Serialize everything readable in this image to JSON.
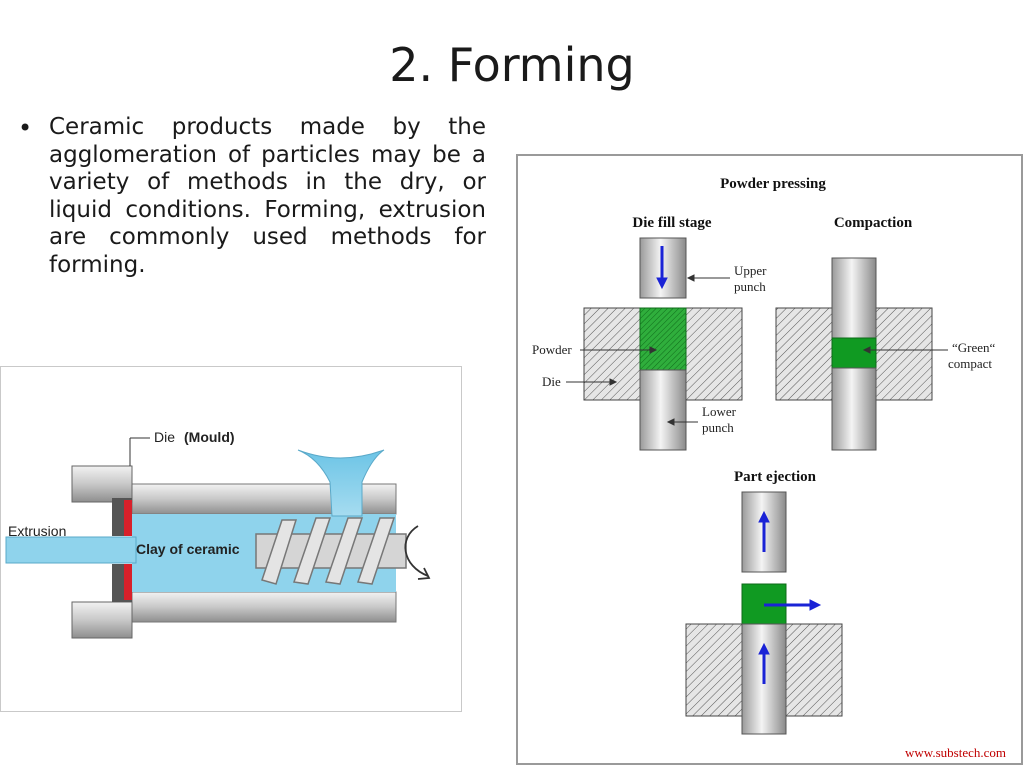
{
  "slide": {
    "title": "2. Forming",
    "bullet": "Ceramic products made by the agglomeration of particles may be a variety of methods in the dry, or liquid conditions. Forming, extrusion are commonly used methods for forming."
  },
  "extrusion_figure": {
    "label_die": "Die",
    "label_mould": "(Mould)",
    "label_extrusion": "Extrusion",
    "label_clay": "Clay of ceramic"
  },
  "pressing_figure": {
    "title": "Powder pressing",
    "stage_die_fill": "Die fill stage",
    "stage_compaction": "Compaction",
    "stage_ejection": "Part ejection",
    "label_upper": "Upper",
    "label_punch_upper": "punch",
    "label_powder": "Powder",
    "label_die": "Die",
    "label_lower": "Lower",
    "label_punch_lower": "punch",
    "label_green": "“Green“",
    "label_compact": "compact",
    "source": "www.substech.com"
  },
  "colors": {
    "clay": "#8fd3ec",
    "die_red": "#d8202a",
    "powder_green": "#1f9a2e",
    "arrow_blue": "#1a23d6",
    "source_red": "#c00000"
  }
}
